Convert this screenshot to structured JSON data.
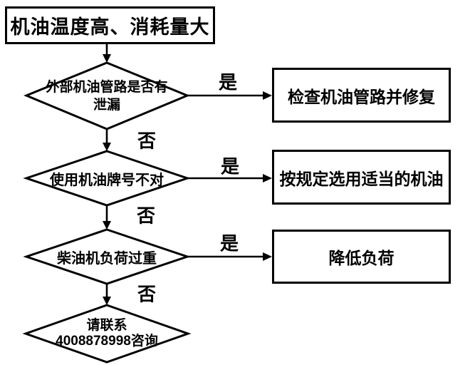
{
  "colors": {
    "ink": "#000000",
    "background": "#ffffff"
  },
  "flowchart": {
    "start": {
      "label": "机油温度高、消耗量大"
    },
    "branch_labels": {
      "yes": "是",
      "no": "否"
    },
    "decisions": [
      {
        "line1": "外部机油管路是否有",
        "line2": "泄漏"
      },
      {
        "line1": "使用机油牌号不对"
      },
      {
        "line1": "柴油机负荷过重"
      }
    ],
    "actions": [
      {
        "label": "检查机油管路并修复"
      },
      {
        "label": "按规定选用适当的机油"
      },
      {
        "label": "降低负荷"
      }
    ],
    "end": {
      "line1": "请联系",
      "line2": "4008878998咨询"
    }
  }
}
